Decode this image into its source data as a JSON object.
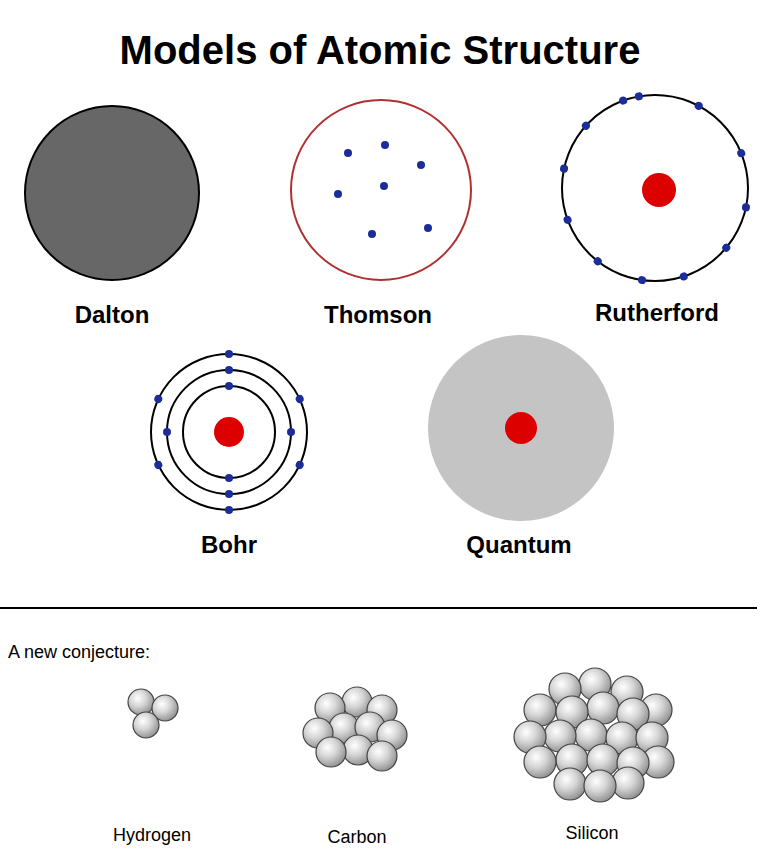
{
  "diagram": {
    "title": "Models of Atomic Structure",
    "labels": [
      "Dalton",
      "Thomson",
      "Rutherford",
      "Bohr",
      "Quantum",
      "A new conjecture:",
      "Hydrogen",
      "Carbon",
      "Silicon"
    ]
  }
}
